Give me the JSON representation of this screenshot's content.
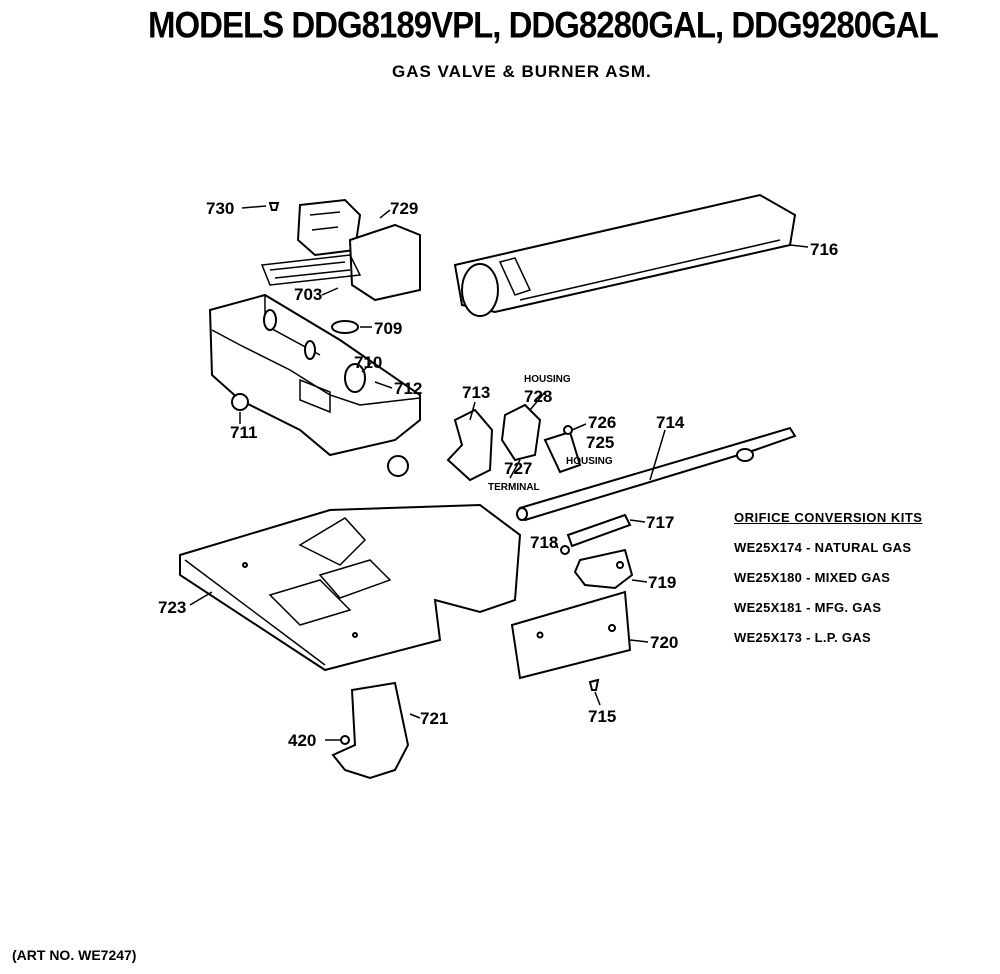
{
  "title": "MODELS DDG8189VPL, DDG8280GAL, DDG9280GAL",
  "subtitle": "GAS VALVE & BURNER ASM.",
  "art_number": "(ART NO. WE7247)",
  "callouts": {
    "p730": "730",
    "p729": "729",
    "p703": "703",
    "p709": "709",
    "p710": "710",
    "p712": "712",
    "p711": "711",
    "p716": "716",
    "p713": "713",
    "p728": "728",
    "housing_top": "HOUSING",
    "p726": "726",
    "p725": "725",
    "housing_side": "HOUSING",
    "p727": "727",
    "terminal": "TERMINAL",
    "p714": "714",
    "p717": "717",
    "p718": "718",
    "p719": "719",
    "p723": "723",
    "p720": "720",
    "p715": "715",
    "p721": "721",
    "p420": "420"
  },
  "orifice_kits": {
    "heading": "ORIFICE CONVERSION KITS",
    "items": [
      "WE25X174 - NATURAL GAS",
      "WE25X180 - MIXED GAS",
      "WE25X181 - MFG. GAS",
      "WE25X173 - L.P. GAS"
    ]
  }
}
